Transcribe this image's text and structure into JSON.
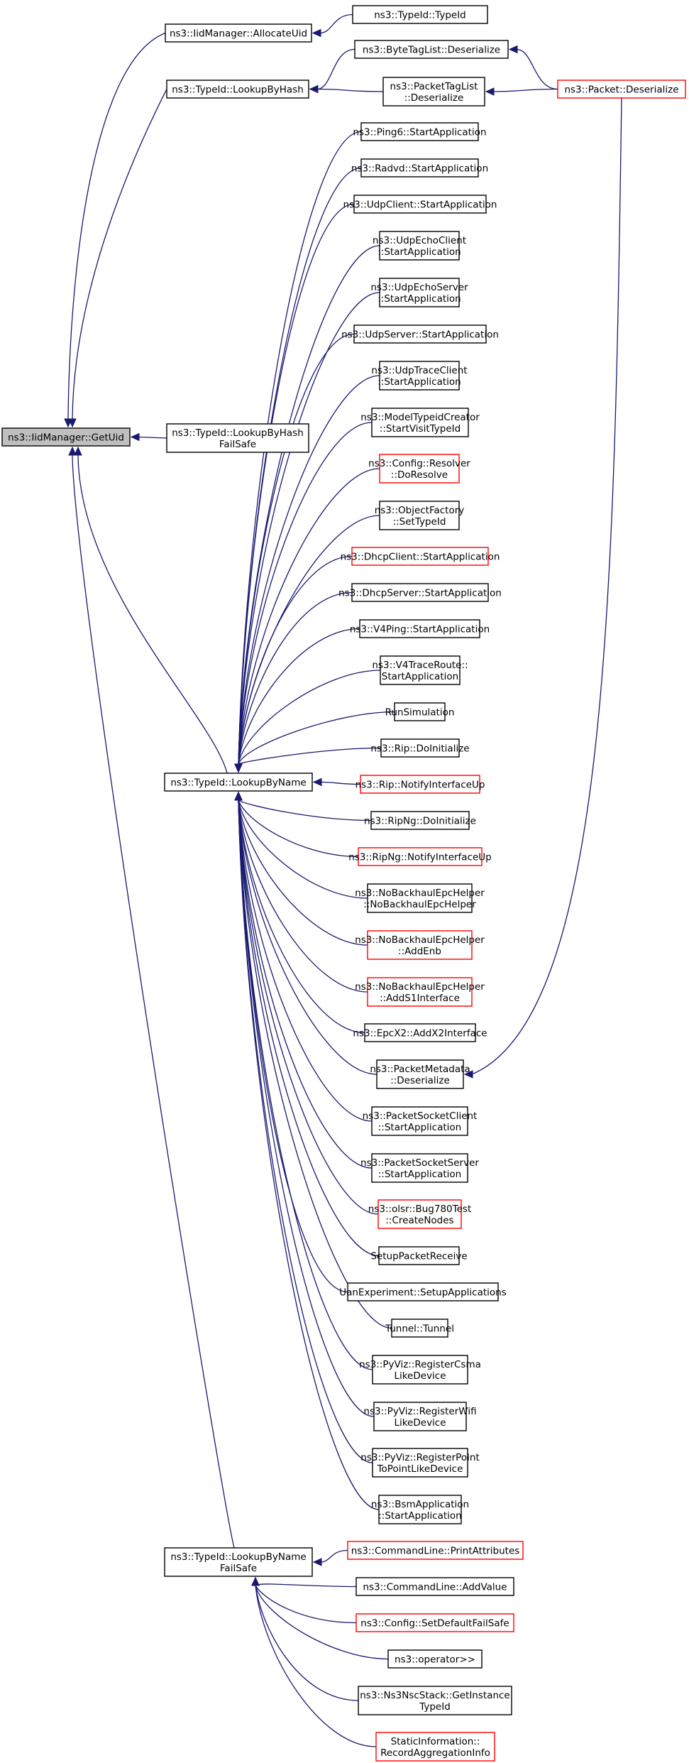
{
  "nodes": [
    {
      "id": "getuid",
      "lines": [
        "ns3::IidManager::GetUid"
      ],
      "style": "root"
    },
    {
      "id": "allocateuid",
      "lines": [
        "ns3::IidManager::AllocateUid"
      ],
      "style": "normal"
    },
    {
      "id": "typeid_typeid",
      "lines": [
        "ns3::TypeId::TypeId"
      ],
      "style": "normal"
    },
    {
      "id": "lookupbyhash",
      "lines": [
        "ns3::TypeId::LookupByHash"
      ],
      "style": "normal"
    },
    {
      "id": "bytetaglist_deserialize",
      "lines": [
        "ns3::ByteTagList::Deserialize"
      ],
      "style": "normal"
    },
    {
      "id": "packettaglist_deserialize",
      "lines": [
        "ns3::PacketTagList",
        "::Deserialize"
      ],
      "style": "normal"
    },
    {
      "id": "packet_deserialize",
      "lines": [
        "ns3::Packet::Deserialize"
      ],
      "style": "red"
    },
    {
      "id": "lookupbyhashfailsafe",
      "lines": [
        "ns3::TypeId::LookupByHash",
        "FailSafe"
      ],
      "style": "normal"
    },
    {
      "id": "lookupbyname",
      "lines": [
        "ns3::TypeId::LookupByName"
      ],
      "style": "normal"
    },
    {
      "id": "lookupbynamefailsafe",
      "lines": [
        "ns3::TypeId::LookupByName",
        "FailSafe"
      ],
      "style": "normal"
    },
    {
      "id": "c0",
      "lines": [
        "ns3::Ping6::StartApplication"
      ],
      "style": "normal"
    },
    {
      "id": "c1",
      "lines": [
        "ns3::Radvd::StartApplication"
      ],
      "style": "normal"
    },
    {
      "id": "c2",
      "lines": [
        "ns3::UdpClient::StartApplication"
      ],
      "style": "normal"
    },
    {
      "id": "c3",
      "lines": [
        "ns3::UdpEchoClient",
        "::StartApplication"
      ],
      "style": "normal"
    },
    {
      "id": "c4",
      "lines": [
        "ns3::UdpEchoServer",
        "::StartApplication"
      ],
      "style": "normal"
    },
    {
      "id": "c5",
      "lines": [
        "ns3::UdpServer::StartApplication"
      ],
      "style": "normal"
    },
    {
      "id": "c6",
      "lines": [
        "ns3::UdpTraceClient",
        "::StartApplication"
      ],
      "style": "normal"
    },
    {
      "id": "c7",
      "lines": [
        "ns3::ModelTypeidCreator",
        "::StartVisitTypeId"
      ],
      "style": "normal"
    },
    {
      "id": "c8",
      "lines": [
        "ns3::Config::Resolver",
        "::DoResolve"
      ],
      "style": "red"
    },
    {
      "id": "c9",
      "lines": [
        "ns3::ObjectFactory",
        "::SetTypeId"
      ],
      "style": "normal"
    },
    {
      "id": "c10",
      "lines": [
        "ns3::DhcpClient::StartApplication"
      ],
      "style": "red"
    },
    {
      "id": "c11",
      "lines": [
        "ns3::DhcpServer::StartApplication"
      ],
      "style": "normal"
    },
    {
      "id": "c12",
      "lines": [
        "ns3::V4Ping::StartApplication"
      ],
      "style": "normal"
    },
    {
      "id": "c13",
      "lines": [
        "ns3::V4TraceRoute::",
        "StartApplication"
      ],
      "style": "normal"
    },
    {
      "id": "c14",
      "lines": [
        "RunSimulation"
      ],
      "style": "normal"
    },
    {
      "id": "c15",
      "lines": [
        "ns3::Rip::DoInitialize"
      ],
      "style": "normal"
    },
    {
      "id": "c16",
      "lines": [
        "ns3::Rip::NotifyInterfaceUp"
      ],
      "style": "red"
    },
    {
      "id": "c17",
      "lines": [
        "ns3::RipNg::DoInitialize"
      ],
      "style": "normal"
    },
    {
      "id": "c18",
      "lines": [
        "ns3::RipNg::NotifyInterfaceUp"
      ],
      "style": "red"
    },
    {
      "id": "c19",
      "lines": [
        "ns3::NoBackhaulEpcHelper",
        "::NoBackhaulEpcHelper"
      ],
      "style": "normal"
    },
    {
      "id": "c20",
      "lines": [
        "ns3::NoBackhaulEpcHelper",
        "::AddEnb"
      ],
      "style": "red"
    },
    {
      "id": "c21",
      "lines": [
        "ns3::NoBackhaulEpcHelper",
        "::AddS1Interface"
      ],
      "style": "red"
    },
    {
      "id": "c22",
      "lines": [
        "ns3::EpcX2::AddX2Interface"
      ],
      "style": "normal"
    },
    {
      "id": "c23",
      "lines": [
        "ns3::PacketMetadata",
        "::Deserialize"
      ],
      "style": "normal"
    },
    {
      "id": "c24",
      "lines": [
        "ns3::PacketSocketClient",
        "::StartApplication"
      ],
      "style": "normal"
    },
    {
      "id": "c25",
      "lines": [
        "ns3::PacketSocketServer",
        "::StartApplication"
      ],
      "style": "normal"
    },
    {
      "id": "c26",
      "lines": [
        "ns3::olsr::Bug780Test",
        "::CreateNodes"
      ],
      "style": "red"
    },
    {
      "id": "c27",
      "lines": [
        "SetupPacketReceive"
      ],
      "style": "normal"
    },
    {
      "id": "c28",
      "lines": [
        "UanExperiment::SetupApplications"
      ],
      "style": "normal"
    },
    {
      "id": "c29",
      "lines": [
        "Tunnel::Tunnel"
      ],
      "style": "normal"
    },
    {
      "id": "c30",
      "lines": [
        "ns3::PyViz::RegisterCsma",
        "LikeDevice"
      ],
      "style": "normal"
    },
    {
      "id": "c31",
      "lines": [
        "ns3::PyViz::RegisterWifi",
        "LikeDevice"
      ],
      "style": "normal"
    },
    {
      "id": "c32",
      "lines": [
        "ns3::PyViz::RegisterPoint",
        "ToPointLikeDevice"
      ],
      "style": "normal"
    },
    {
      "id": "c33",
      "lines": [
        "ns3::BsmApplication",
        "::StartApplication"
      ],
      "style": "normal"
    },
    {
      "id": "f0",
      "lines": [
        "ns3::CommandLine::PrintAttributes"
      ],
      "style": "red"
    },
    {
      "id": "f1",
      "lines": [
        "ns3::CommandLine::AddValue"
      ],
      "style": "normal"
    },
    {
      "id": "f2",
      "lines": [
        "ns3::Config::SetDefaultFailSafe"
      ],
      "style": "red"
    },
    {
      "id": "f3",
      "lines": [
        "ns3::operator>>"
      ],
      "style": "normal"
    },
    {
      "id": "f4",
      "lines": [
        "ns3::Ns3NscStack::GetInstance",
        "TypeId"
      ],
      "style": "normal"
    },
    {
      "id": "f5",
      "lines": [
        "StaticInformation::",
        "RecordAggregationInfo"
      ],
      "style": "red"
    }
  ],
  "edges": [
    {
      "from": "allocateuid",
      "to": "getuid"
    },
    {
      "from": "lookupbyhash",
      "to": "getuid"
    },
    {
      "from": "lookupbyhashfailsafe",
      "to": "getuid"
    },
    {
      "from": "lookupbyname",
      "to": "getuid"
    },
    {
      "from": "lookupbynamefailsafe",
      "to": "getuid"
    },
    {
      "from": "typeid_typeid",
      "to": "allocateuid"
    },
    {
      "from": "bytetaglist_deserialize",
      "to": "lookupbyhash"
    },
    {
      "from": "packettaglist_deserialize",
      "to": "lookupbyhash"
    },
    {
      "from": "packet_deserialize",
      "to": "bytetaglist_deserialize"
    },
    {
      "from": "packet_deserialize",
      "to": "packettaglist_deserialize"
    },
    {
      "from": "packet_deserialize",
      "to": "c23"
    },
    {
      "from": "c0",
      "to": "lookupbyname"
    },
    {
      "from": "c1",
      "to": "lookupbyname"
    },
    {
      "from": "c2",
      "to": "lookupbyname"
    },
    {
      "from": "c3",
      "to": "lookupbyname"
    },
    {
      "from": "c4",
      "to": "lookupbyname"
    },
    {
      "from": "c5",
      "to": "lookupbyname"
    },
    {
      "from": "c6",
      "to": "lookupbyname"
    },
    {
      "from": "c7",
      "to": "lookupbyname"
    },
    {
      "from": "c8",
      "to": "lookupbyname"
    },
    {
      "from": "c9",
      "to": "lookupbyname"
    },
    {
      "from": "c10",
      "to": "lookupbyname"
    },
    {
      "from": "c11",
      "to": "lookupbyname"
    },
    {
      "from": "c12",
      "to": "lookupbyname"
    },
    {
      "from": "c13",
      "to": "lookupbyname"
    },
    {
      "from": "c14",
      "to": "lookupbyname"
    },
    {
      "from": "c15",
      "to": "lookupbyname"
    },
    {
      "from": "c16",
      "to": "lookupbyname"
    },
    {
      "from": "c17",
      "to": "lookupbyname"
    },
    {
      "from": "c18",
      "to": "lookupbyname"
    },
    {
      "from": "c19",
      "to": "lookupbyname"
    },
    {
      "from": "c20",
      "to": "lookupbyname"
    },
    {
      "from": "c21",
      "to": "lookupbyname"
    },
    {
      "from": "c22",
      "to": "lookupbyname"
    },
    {
      "from": "c23",
      "to": "lookupbyname"
    },
    {
      "from": "c24",
      "to": "lookupbyname"
    },
    {
      "from": "c25",
      "to": "lookupbyname"
    },
    {
      "from": "c26",
      "to": "lookupbyname"
    },
    {
      "from": "c27",
      "to": "lookupbyname"
    },
    {
      "from": "c28",
      "to": "lookupbyname"
    },
    {
      "from": "c29",
      "to": "lookupbyname"
    },
    {
      "from": "c30",
      "to": "lookupbyname"
    },
    {
      "from": "c31",
      "to": "lookupbyname"
    },
    {
      "from": "c32",
      "to": "lookupbyname"
    },
    {
      "from": "c33",
      "to": "lookupbyname"
    },
    {
      "from": "f0",
      "to": "lookupbynamefailsafe"
    },
    {
      "from": "f1",
      "to": "lookupbynamefailsafe"
    },
    {
      "from": "f2",
      "to": "lookupbynamefailsafe"
    },
    {
      "from": "f3",
      "to": "lookupbynamefailsafe"
    },
    {
      "from": "f4",
      "to": "lookupbynamefailsafe"
    },
    {
      "from": "f5",
      "to": "lookupbynamefailsafe"
    }
  ],
  "colors": {
    "edge": "#191970",
    "red_border": "#ff0000",
    "root_fill": "#bfbfbf"
  }
}
